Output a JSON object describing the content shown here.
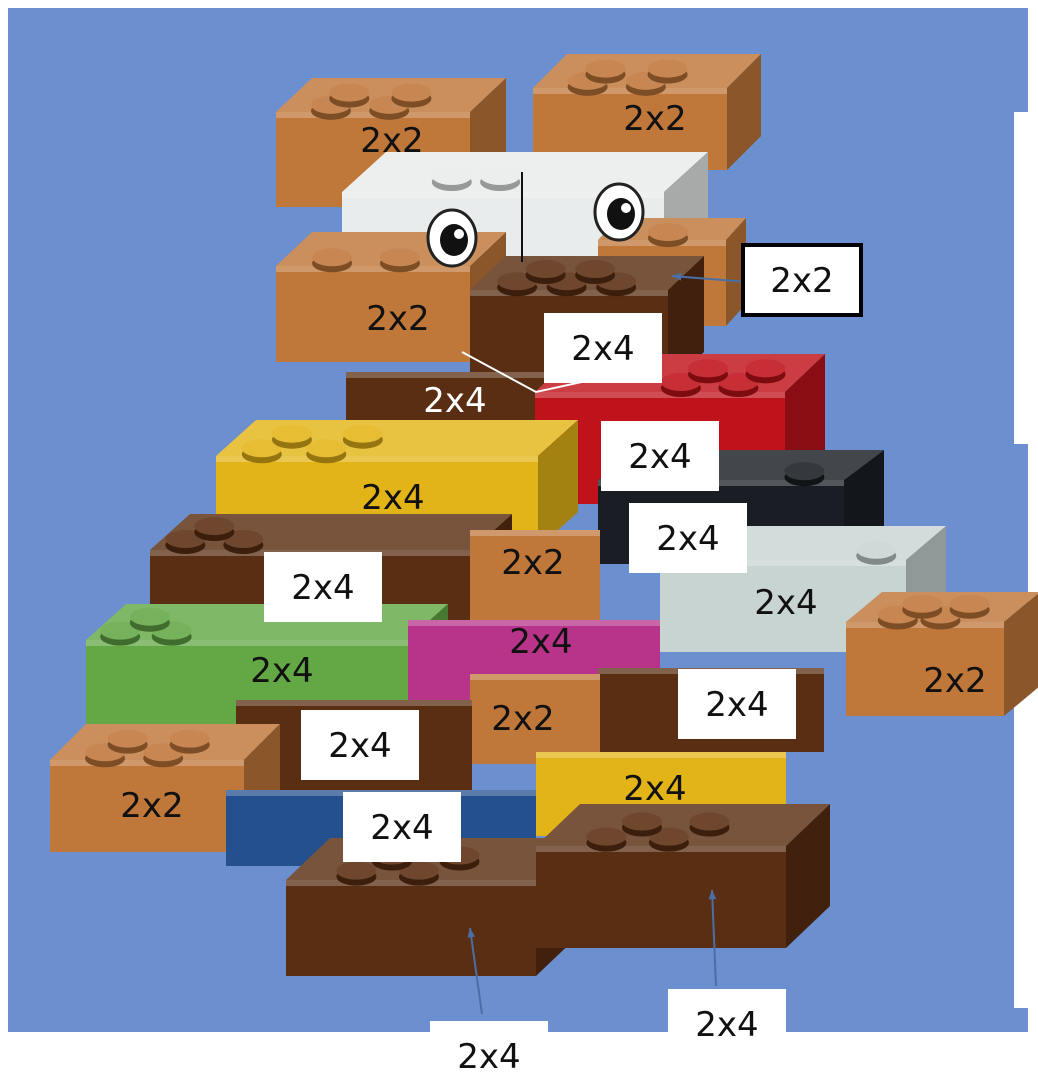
{
  "colors": {
    "background": "#6b8fcf",
    "tan": "#c0773a",
    "dark_brown": "#5a2e12",
    "yellow": "#e3b417",
    "red": "#c0121a",
    "black": "#1a1e24",
    "white": "#e9ecec",
    "light_gray": "#c8d4d2",
    "green": "#63a845",
    "magenta": "#b8338a",
    "blue": "#24508f",
    "label_box": "#ffffff",
    "label_text": "#111111"
  },
  "bricks": [
    {
      "id": "top-left-tan",
      "size": "2x2",
      "color": "tan"
    },
    {
      "id": "top-right-tan",
      "size": "2x2",
      "color": "tan"
    },
    {
      "id": "head-white",
      "size": "",
      "color": "white"
    },
    {
      "id": "head-tan-right",
      "size": "2x2",
      "color": "tan"
    },
    {
      "id": "head-tan-left",
      "size": "2x2",
      "color": "tan"
    },
    {
      "id": "snout-brown",
      "size": "2x4",
      "color": "dark_brown"
    },
    {
      "id": "neck-brown",
      "size": "2x4",
      "color": "dark_brown"
    },
    {
      "id": "red",
      "size": "2x4",
      "color": "red"
    },
    {
      "id": "yellow-top",
      "size": "2x4",
      "color": "yellow"
    },
    {
      "id": "black",
      "size": "2x4",
      "color": "black"
    },
    {
      "id": "left-brown",
      "size": "2x4",
      "color": "dark_brown"
    },
    {
      "id": "mid-tan",
      "size": "2x2",
      "color": "tan"
    },
    {
      "id": "white-right",
      "size": "2x4",
      "color": "light_gray"
    },
    {
      "id": "green",
      "size": "2x4",
      "color": "green"
    },
    {
      "id": "magenta",
      "size": "2x4",
      "color": "magenta"
    },
    {
      "id": "right-tan",
      "size": "2x2",
      "color": "tan"
    },
    {
      "id": "lower-brown-right",
      "size": "2x4",
      "color": "dark_brown"
    },
    {
      "id": "lower-tan",
      "size": "2x2",
      "color": "tan"
    },
    {
      "id": "lower-brown-left",
      "size": "2x4",
      "color": "dark_brown"
    },
    {
      "id": "left-tan-low",
      "size": "2x2",
      "color": "tan"
    },
    {
      "id": "yellow-low",
      "size": "2x4",
      "color": "yellow"
    },
    {
      "id": "blue",
      "size": "2x4",
      "color": "blue"
    },
    {
      "id": "foot-left",
      "size": "2x4",
      "color": "dark_brown"
    },
    {
      "id": "foot-right",
      "size": "2x4",
      "color": "dark_brown"
    }
  ],
  "labels": [
    {
      "brick": "top-left-tan",
      "text": "2x2",
      "box": false
    },
    {
      "brick": "top-right-tan",
      "text": "2x2",
      "box": false
    },
    {
      "brick": "head-tan-right",
      "text": "2x2",
      "box": true,
      "bordered": true
    },
    {
      "brick": "head-tan-left",
      "text": "2x2",
      "box": false
    },
    {
      "brick": "snout-brown",
      "text": "2x4",
      "box": true
    },
    {
      "brick": "neck-brown",
      "text": "2x4",
      "box": false,
      "light": true
    },
    {
      "brick": "red",
      "text": "2x4",
      "box": true
    },
    {
      "brick": "yellow-top",
      "text": "2x4",
      "box": false
    },
    {
      "brick": "black",
      "text": "2x4",
      "box": true
    },
    {
      "brick": "left-brown",
      "text": "2x4",
      "box": true
    },
    {
      "brick": "mid-tan",
      "text": "2x2",
      "box": false
    },
    {
      "brick": "white-right",
      "text": "2x4",
      "box": false
    },
    {
      "brick": "green",
      "text": "2x4",
      "box": false
    },
    {
      "brick": "magenta",
      "text": "2x4",
      "box": false
    },
    {
      "brick": "right-tan",
      "text": "2x2",
      "box": false
    },
    {
      "brick": "lower-brown-right",
      "text": "2x4",
      "box": true
    },
    {
      "brick": "lower-tan",
      "text": "2x2",
      "box": false
    },
    {
      "brick": "lower-brown-left",
      "text": "2x4",
      "box": true
    },
    {
      "brick": "left-tan-low",
      "text": "2x2",
      "box": false
    },
    {
      "brick": "yellow-low",
      "text": "2x4",
      "box": false
    },
    {
      "brick": "blue",
      "text": "2x4",
      "box": true
    },
    {
      "brick": "foot-left",
      "text": "2x4",
      "box": true
    },
    {
      "brick": "foot-right",
      "text": "2x4",
      "box": true
    }
  ]
}
